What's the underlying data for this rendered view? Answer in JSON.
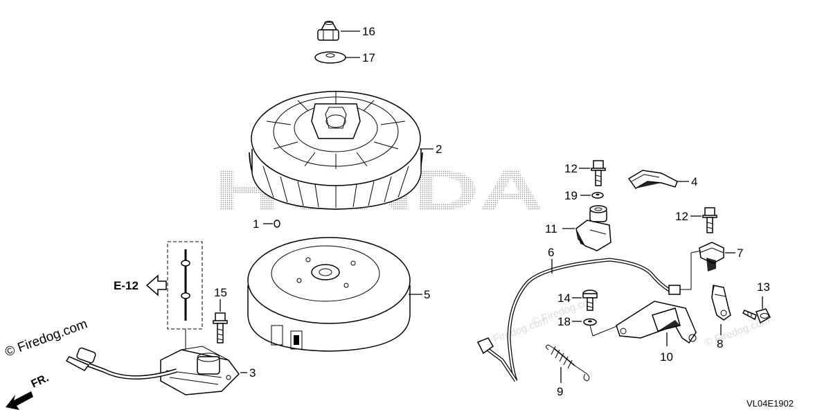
{
  "diagram": {
    "watermark_brand": "HONDA",
    "copyright": "© Firedog.com",
    "watermark_faint": "© Firedog.com",
    "ref_label": "E-12",
    "front_label": "FR.",
    "drawing_code": "VL04E1902",
    "callouts": {
      "c1": "1",
      "c2": "2",
      "c3": "3",
      "c4": "4",
      "c5": "5",
      "c6": "6",
      "c7": "7",
      "c8": "8",
      "c9": "9",
      "c10": "10",
      "c11": "11",
      "c12a": "12",
      "c12b": "12",
      "c13": "13",
      "c14": "14",
      "c15": "15",
      "c16": "16",
      "c17": "17",
      "c18": "18",
      "c19": "19"
    }
  }
}
